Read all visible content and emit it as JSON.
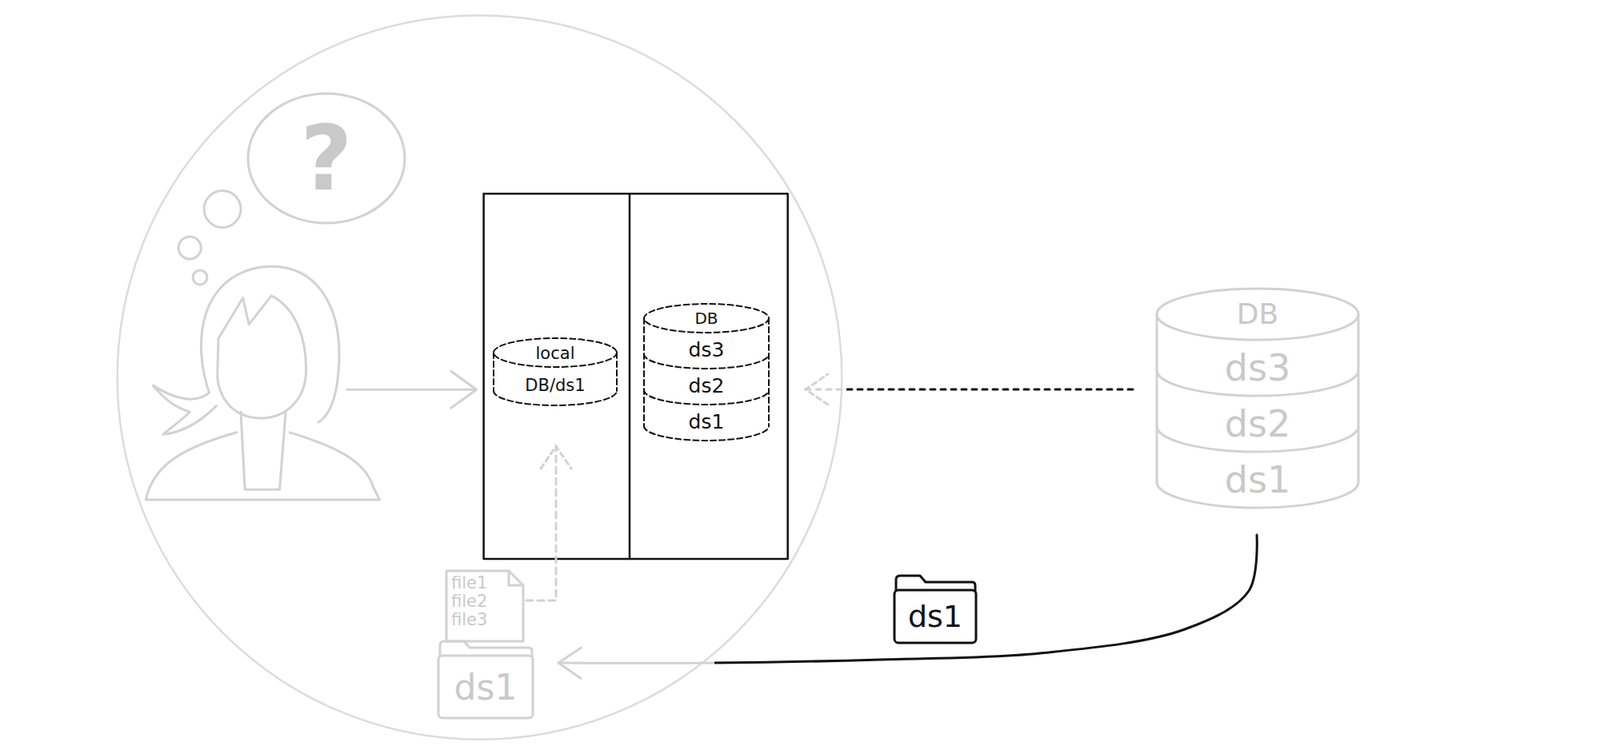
{
  "diagram": {
    "nodes": [
      {
        "text": [
          "?"
        ]
      },
      {
        "text": [
          "local",
          "DB/ds1"
        ]
      },
      {
        "text": [
          "DB",
          "ds3",
          "ds2",
          "ds1"
        ]
      },
      {
        "text": [
          "DB",
          "ds3",
          "ds2",
          "ds1"
        ]
      },
      {
        "text": [
          "ds1"
        ]
      },
      {
        "text": [
          "file1 file2 file3"
        ]
      },
      {
        "text": [
          "ds1"
        ]
      }
    ],
    "edges": [
      {
        "from": 3,
        "to": 2,
        "arrow": "to"
      },
      {
        "from": 3,
        "to": 6,
        "arrow": "to"
      },
      {
        "from": 5,
        "to": 1,
        "arrow": "to"
      }
    ]
  }
}
